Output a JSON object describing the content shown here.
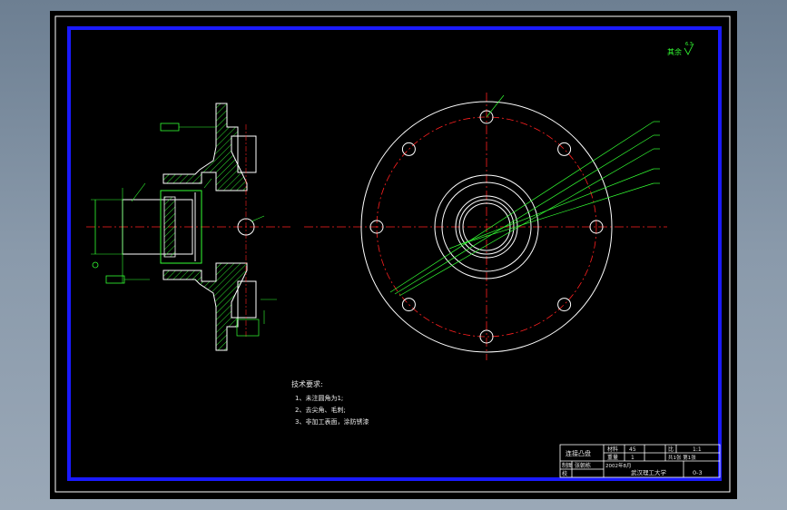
{
  "drawing": {
    "roughness_note": "其余",
    "technical_requirements": {
      "heading": "技术要求:",
      "items": [
        "1、未注圆角为1;",
        "2、去尖角、毛刺;",
        "3、非加工表面，涂防锈漆"
      ]
    },
    "title_block": {
      "part_name": "连接凸盘",
      "material_label": "材料",
      "material": "45",
      "scale_label": "比",
      "scale": "1:1",
      "weight_label": "重量",
      "weight": "1",
      "sheet_label": "共1张 第1张",
      "drafter_label": "制图",
      "drafter": "张朝栋",
      "date": "2002年8月",
      "school": "武汉理工大学",
      "drawing_number": "0-3",
      "checker_label": "校"
    }
  },
  "colors": {
    "background": "#000000",
    "frame_blue": "#1a1aff",
    "outline_white": "#ffffff",
    "centerline_red": "#ff2020",
    "dimension_green": "#33ff33",
    "hatch_green": "#33ff33"
  }
}
